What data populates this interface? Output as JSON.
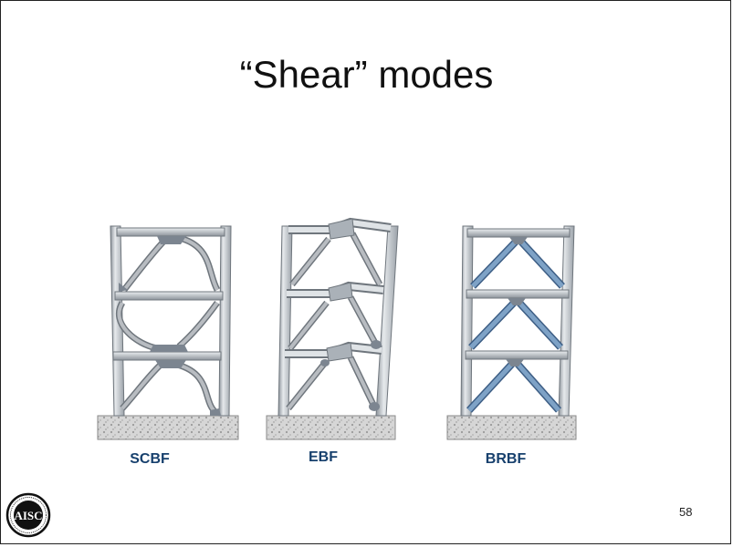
{
  "slide": {
    "title": "“Shear” modes",
    "page_number": "58",
    "frames": [
      {
        "id": "scbf",
        "label": "SCBF"
      },
      {
        "id": "ebf",
        "label": "EBF"
      },
      {
        "id": "brbf",
        "label": "BRBF"
      }
    ],
    "logo": {
      "text": "AMERICAN INSTITUTE OF STEEL CONSTRUCTION",
      "monogram": "AISC",
      "founded": "FOUNDED 1921"
    }
  },
  "colors": {
    "steel": "#c8cdd2",
    "steel_dark": "#7c8590",
    "brace_gray": "#a9adb2",
    "brace_blue": "#7ea2c6",
    "brace_blue_dark": "#3d5e85",
    "label": "#17406d",
    "foundation": "#cfcfcf"
  }
}
